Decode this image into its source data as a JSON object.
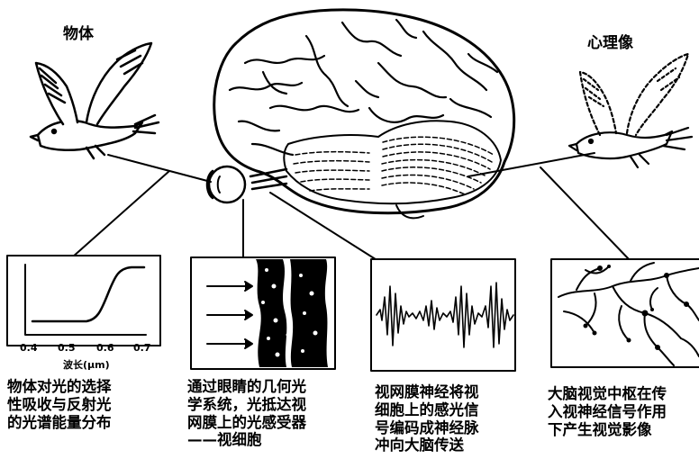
{
  "labels": {
    "object": "物体",
    "mental_image": "心理像"
  },
  "spectrum_axis": {
    "ticks": [
      "0.4",
      "0.5",
      "0.6",
      "0.7"
    ],
    "label": "波长(μm)"
  },
  "captions": {
    "object": [
      "物体对光的选择",
      "性吸收与反射光",
      "的光谱能量分布"
    ],
    "retina": [
      "通过眼睛的几何光",
      "学系统，光抵达视",
      "网膜上的光感受器",
      "——视细胞"
    ],
    "nerve": [
      "视网膜神经将视",
      "细胞上的感光信",
      "号编码成神经脉",
      "冲向大脑传送"
    ],
    "brain": [
      "大脑视觉中枢在传",
      "入视神经信号作用",
      "下产生视觉影像"
    ]
  },
  "colors": {
    "ink": "#000000",
    "paper": "#ffffff"
  }
}
